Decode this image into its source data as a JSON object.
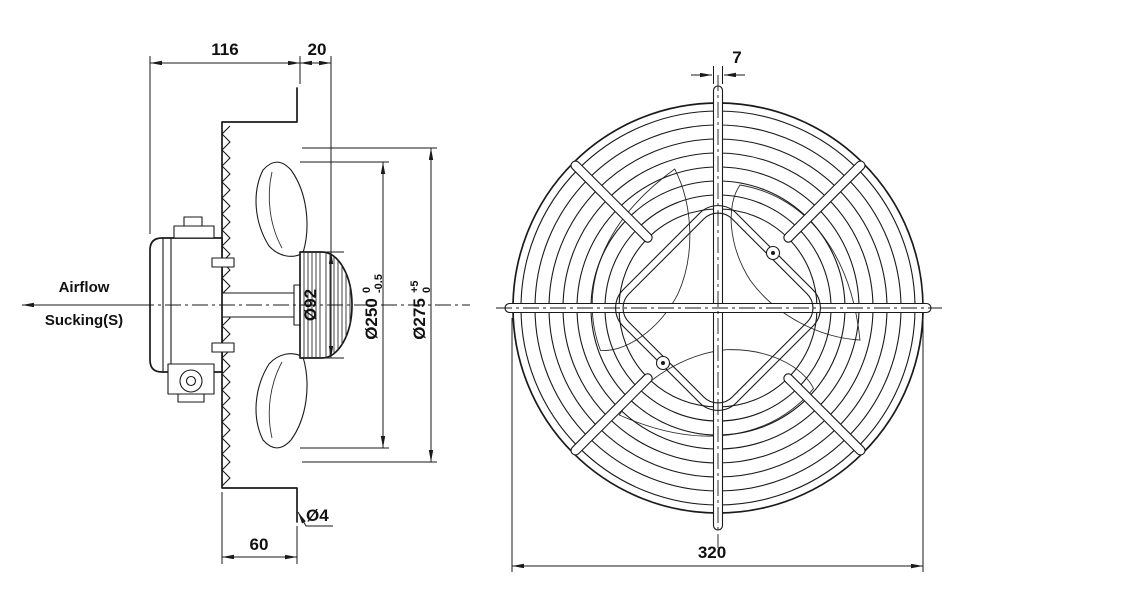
{
  "colors": {
    "ink": "#1a1a1a",
    "background": "#ffffff"
  },
  "side_view": {
    "dim_depth": "116",
    "dim_flange": "20",
    "airflow": "Airflow",
    "sucking": "Sucking(S)",
    "hub_dia": "Ø92",
    "impeller_dia": {
      "base": "Ø250",
      "tol_upper": "0",
      "tol_lower": "-0.5"
    },
    "opening_dia": {
      "base": "Ø275",
      "tol_upper": "+5",
      "tol_lower": "0"
    },
    "dim_plate": "60",
    "hole_dia": "Ø4"
  },
  "front_view": {
    "wire_width": "7",
    "guard_dia": "320"
  }
}
